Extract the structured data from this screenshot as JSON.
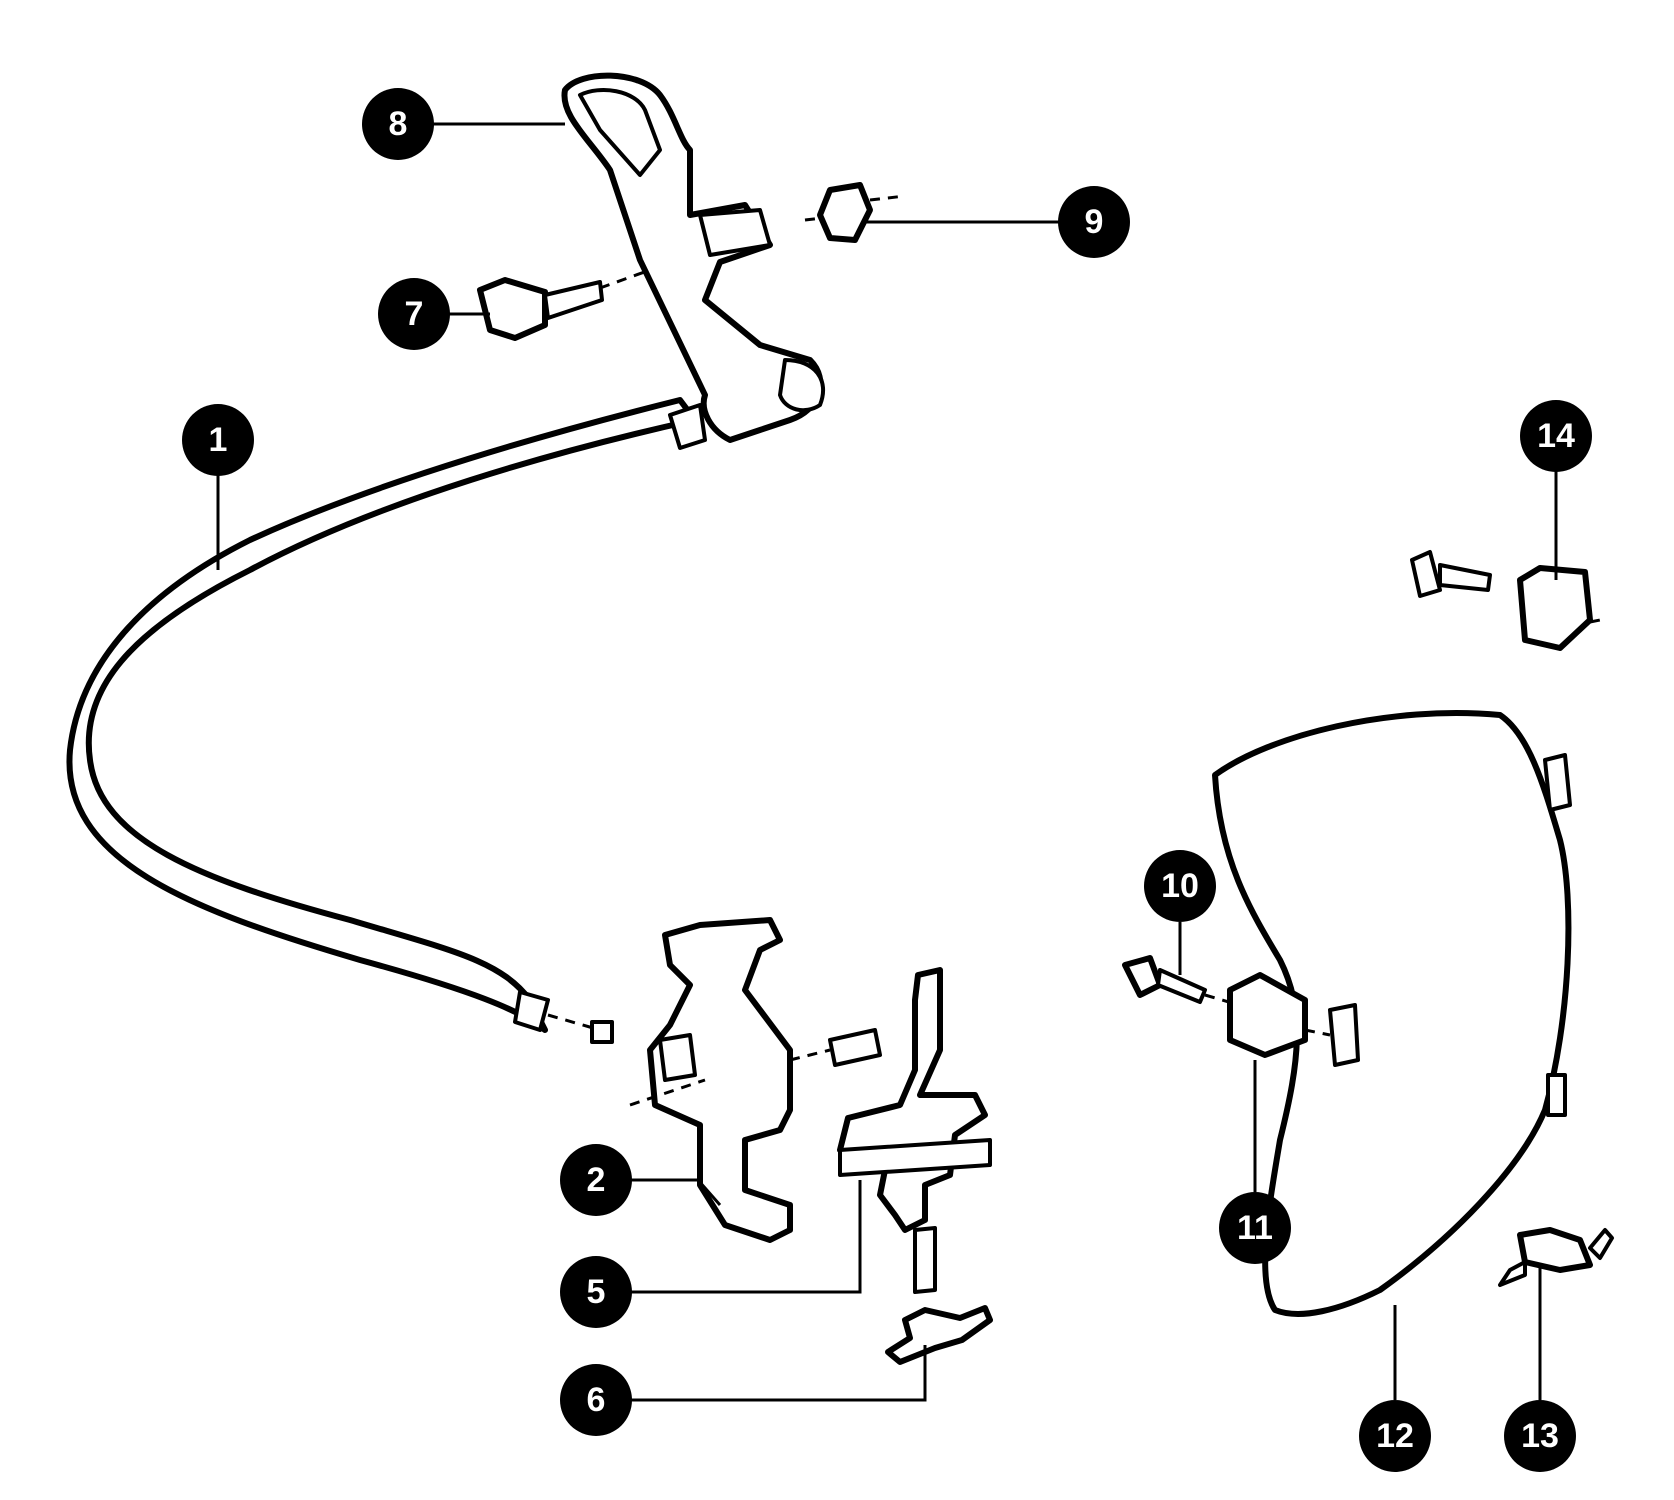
{
  "callouts": [
    {
      "id": "1",
      "label": "1"
    },
    {
      "id": "2",
      "label": "2"
    },
    {
      "id": "5",
      "label": "5"
    },
    {
      "id": "6",
      "label": "6"
    },
    {
      "id": "7",
      "label": "7"
    },
    {
      "id": "8",
      "label": "8"
    },
    {
      "id": "9",
      "label": "9"
    },
    {
      "id": "10",
      "label": "10"
    },
    {
      "id": "11",
      "label": "11"
    },
    {
      "id": "12",
      "label": "12"
    },
    {
      "id": "13",
      "label": "13"
    },
    {
      "id": "14",
      "label": "14"
    }
  ],
  "colors": {
    "ink": "#000000",
    "paper": "#ffffff"
  }
}
